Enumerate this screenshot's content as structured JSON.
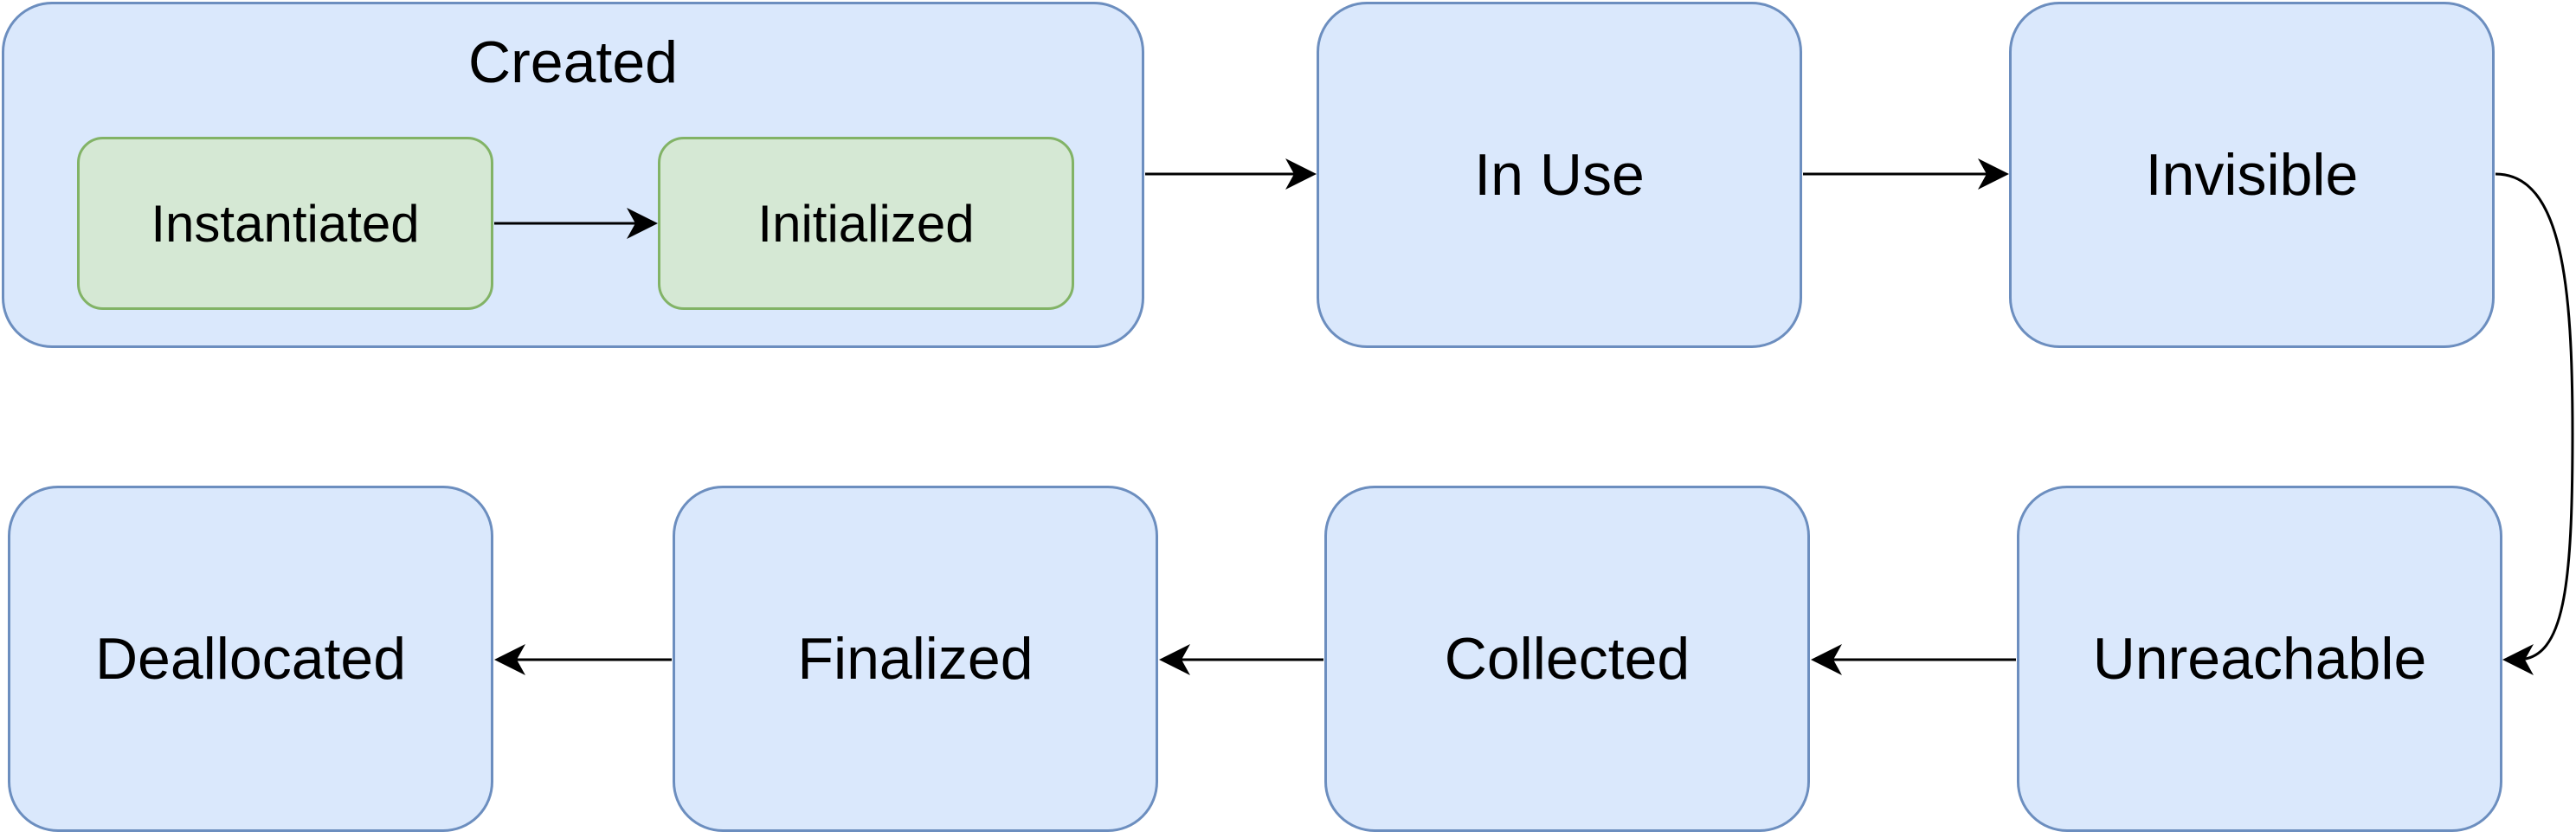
{
  "diagram": {
    "group": {
      "label": "Created"
    },
    "substates": {
      "instantiated": "Instantiated",
      "initialized": "Initialized"
    },
    "states": {
      "in_use": "In Use",
      "invisible": "Invisible",
      "unreachable": "Unreachable",
      "collected": "Collected",
      "finalized": "Finalized",
      "deallocated": "Deallocated"
    },
    "colors": {
      "state_fill": "#dae8fc",
      "state_stroke": "#6c8ebf",
      "substate_fill": "#d5e8d4",
      "substate_stroke": "#82b366",
      "arrow": "#000000"
    }
  }
}
